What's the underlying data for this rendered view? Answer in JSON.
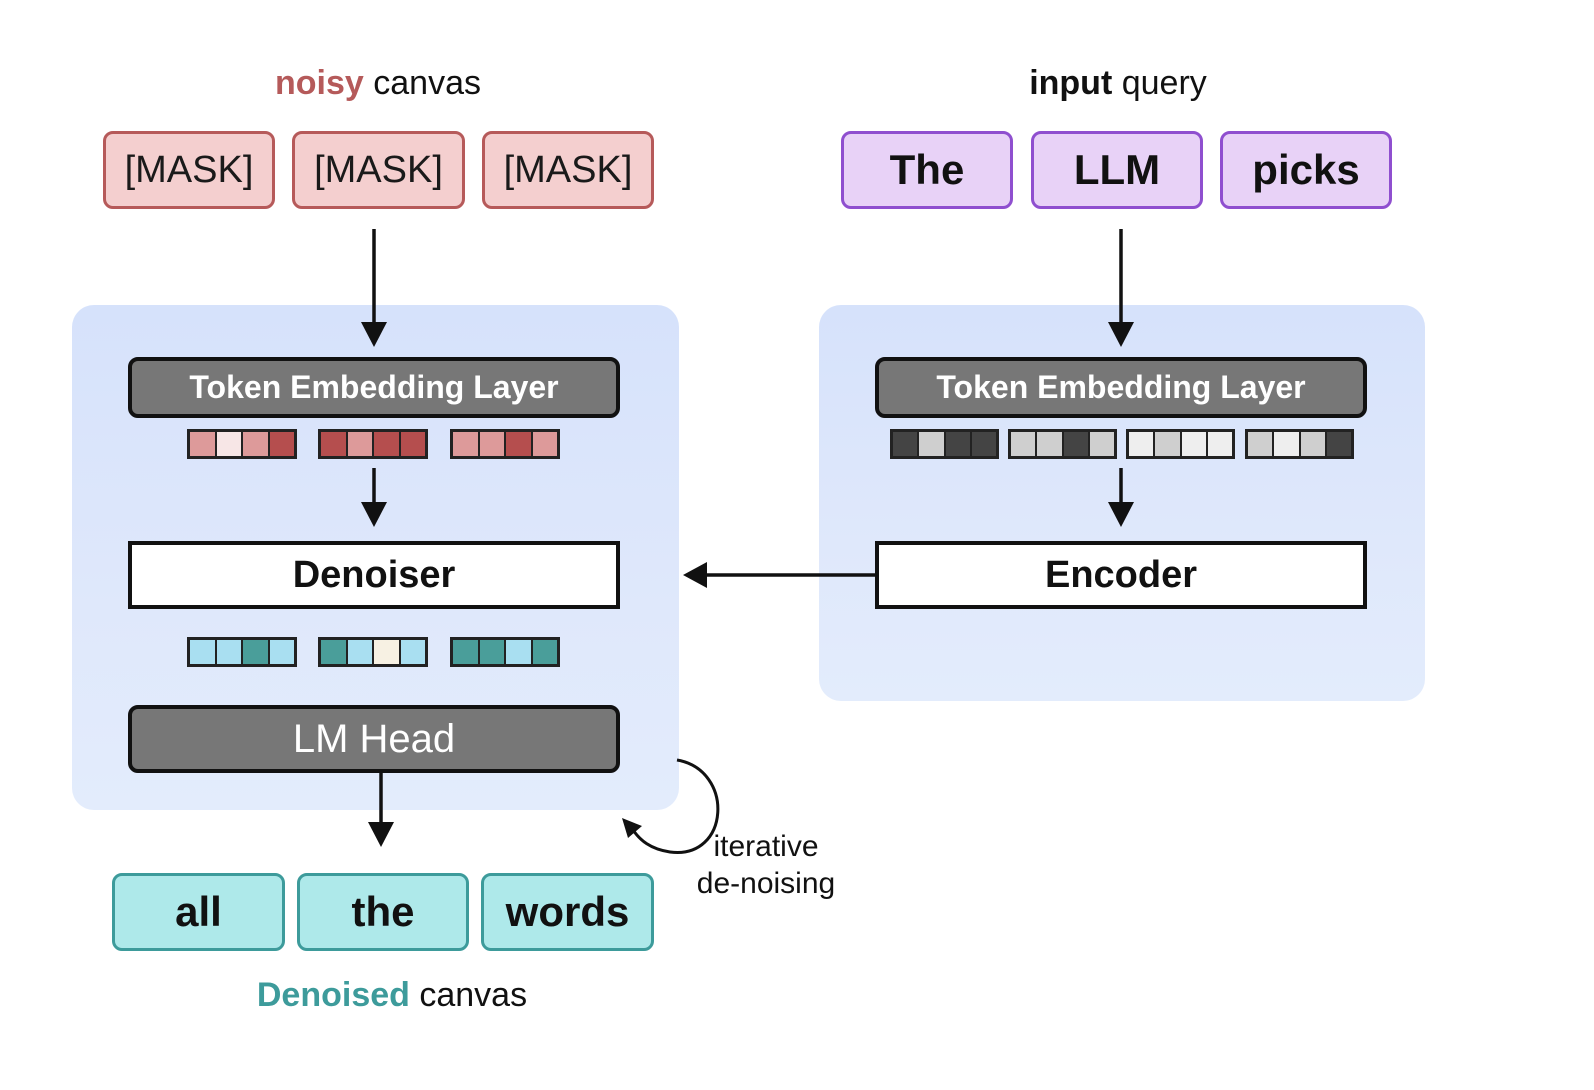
{
  "left": {
    "title_strong": "noisy",
    "title_rest": " canvas",
    "title_color": "#b55a5a",
    "tokens": [
      "[MASK]",
      "[MASK]",
      "[MASK]"
    ],
    "embedding_layer": "Token Embedding Layer",
    "denoiser": "Denoiser",
    "lm_head": "LM Head",
    "outputs": [
      "all",
      "the",
      "words"
    ],
    "bottom_title_strong": "Denoised",
    "bottom_title_rest": " canvas",
    "bottom_title_color": "#3d9b9b",
    "loop_label_line1": "iterative",
    "loop_label_line2": "de-noising"
  },
  "right": {
    "title_strong": "input",
    "title_rest": " query",
    "tokens": [
      "The",
      "LLM",
      "picks"
    ],
    "embedding_layer": "Token Embedding Layer",
    "encoder": "Encoder"
  },
  "colors": {
    "mask_cells": [
      "#dd9a9a",
      "#f7e6e6",
      "#dd9a9a",
      "#b54e4e",
      "#b54e4e",
      "#dd9a9a",
      "#b54e4e",
      "#b54e4e",
      "#dd9a9a",
      "#dd9a9a",
      "#b54e4e",
      "#dd9a9a"
    ],
    "query_cells": [
      "#444444",
      "#cfcfcf",
      "#444444",
      "#444444",
      "#cfcfcf",
      "#cfcfcf",
      "#444444",
      "#cfcfcf",
      "#eeeeee",
      "#cfcfcf",
      "#eeeeee",
      "#eeeeee",
      "#cfcfcf",
      "#eeeeee",
      "#cfcfcf",
      "#444444"
    ],
    "denoise_cells": [
      "#a9dff1",
      "#a9dff1",
      "#4a9e9a",
      "#a9dff1",
      "#4a9e9a",
      "#a9dff1",
      "#f7f1e3",
      "#a9dff1",
      "#4a9e9a",
      "#4a9e9a",
      "#a9dff1",
      "#4a9e9a"
    ]
  }
}
